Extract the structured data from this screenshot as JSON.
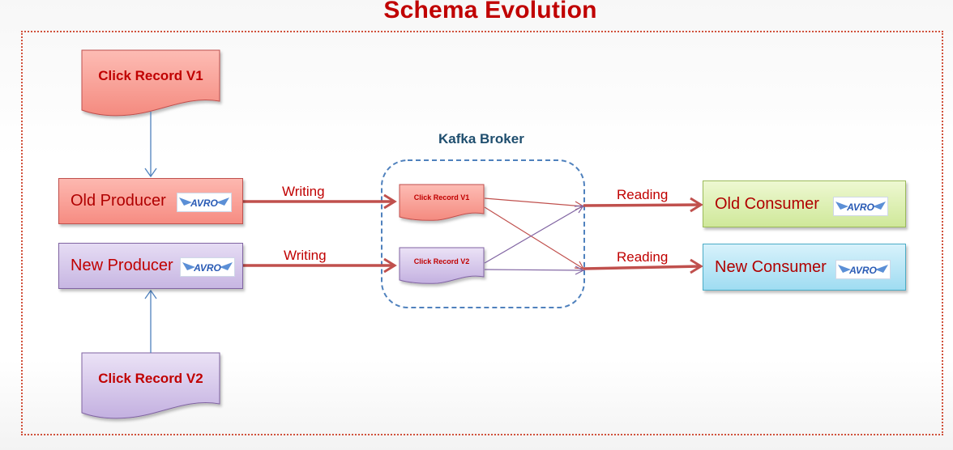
{
  "title": "Schema Evolution",
  "broker": {
    "label": "Kafka Broker"
  },
  "records": {
    "v1": "Click Record V1",
    "v2": "Click Record V2"
  },
  "broker_records": {
    "v1": "Click Record V1",
    "v2": "Click Record V2"
  },
  "producers": {
    "old": "Old Producer",
    "new": "New Producer"
  },
  "consumers": {
    "old": "Old Consumer",
    "new": "New Consumer"
  },
  "arrows": {
    "writing_top": "Writing",
    "writing_bottom": "Writing",
    "reading_top": "Reading",
    "reading_bottom": "Reading"
  },
  "logo": {
    "text": "AVRO"
  },
  "colors": {
    "title": "#c00000",
    "arrow_red": "#c0504d",
    "arrow_blue": "#4f81bd",
    "arrow_purple": "#8064a2",
    "broker_border": "#4f81bd"
  }
}
